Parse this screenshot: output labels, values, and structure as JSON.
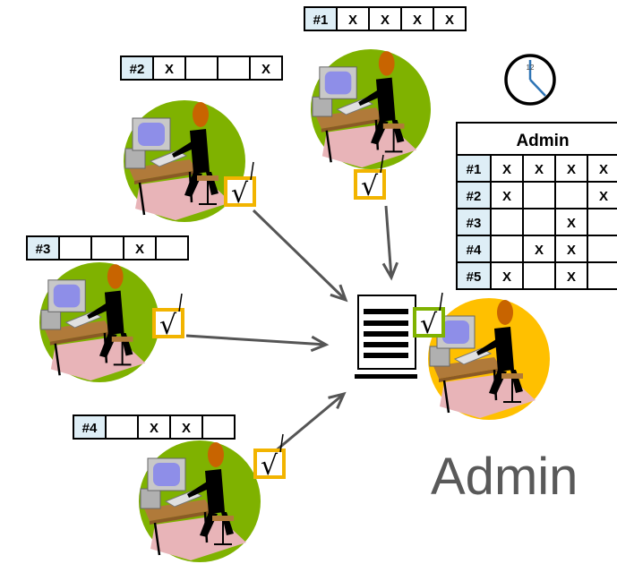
{
  "colors": {
    "user_circle": "#7fb200",
    "admin_circle": "#ffc000",
    "tag_fill": "#deeef6",
    "checkbox_user": "#f2b400",
    "checkbox_admin": "#7fb200",
    "arrow": "#555555",
    "clock": "#2e74b5",
    "admin_label": "#595959"
  },
  "clock": {
    "label": "12",
    "icon": "clock-icon"
  },
  "check_glyph": "√",
  "mark": "X",
  "users": [
    {
      "id": "#1",
      "marks": [
        "X",
        "X",
        "X",
        "X"
      ]
    },
    {
      "id": "#2",
      "marks": [
        "X",
        "",
        "",
        "X"
      ]
    },
    {
      "id": "#3",
      "marks": [
        "",
        "",
        "X",
        ""
      ]
    },
    {
      "id": "#4",
      "marks": [
        "",
        "X",
        "X",
        ""
      ]
    }
  ],
  "admin_table": {
    "title": "Admin",
    "rows": [
      {
        "id": "#1",
        "marks": [
          "X",
          "X",
          "X",
          "X"
        ]
      },
      {
        "id": "#2",
        "marks": [
          "X",
          "",
          "",
          "X"
        ]
      },
      {
        "id": "#3",
        "marks": [
          "",
          "",
          "X",
          ""
        ]
      },
      {
        "id": "#4",
        "marks": [
          "",
          "X",
          "X",
          ""
        ]
      },
      {
        "id": "#5",
        "marks": [
          "X",
          "",
          "X",
          ""
        ]
      }
    ]
  },
  "admin_label": "Admin"
}
